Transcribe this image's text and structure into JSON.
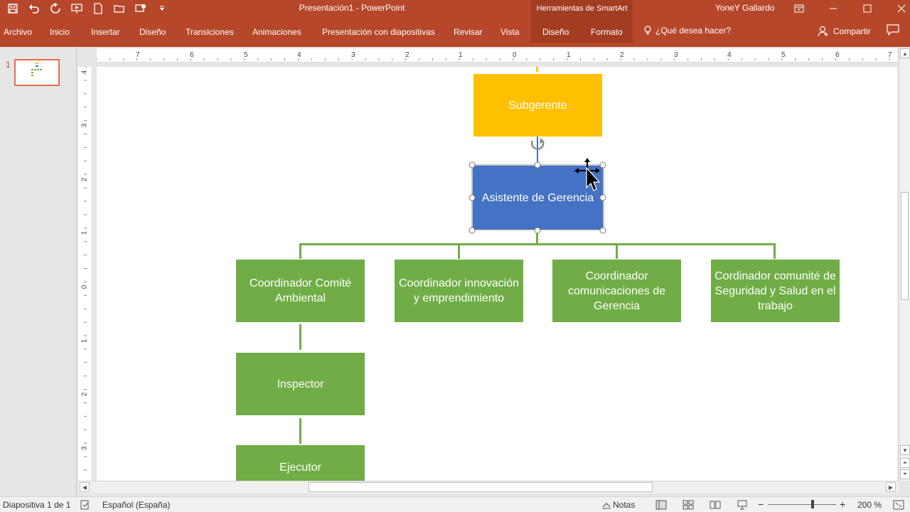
{
  "titlebar": {
    "document_title": "Presentación1 - PowerPoint",
    "context_tools": "Herramientas de SmartArt",
    "user_name": "YoneY Gallardo",
    "quick_access_icons": [
      "save-icon",
      "undo-icon",
      "redo-icon",
      "start-from-beginning-icon",
      "new-icon",
      "open-icon",
      "presentation-icon",
      "customize-qat-icon"
    ]
  },
  "ribbon": {
    "tabs": [
      "Archivo",
      "Inicio",
      "Insertar",
      "Diseño",
      "Transiciones",
      "Animaciones",
      "Presentación con diapositivas",
      "Revisar",
      "Vista",
      "Diseño",
      "Formato"
    ],
    "tell_me": "¿Qué desea hacer?",
    "share": "Compartir"
  },
  "thumbnails": {
    "slide_number": "1"
  },
  "rulers": {
    "horizontal": [
      "7",
      "6",
      "5",
      "4",
      "3",
      "2",
      "1",
      "0",
      "1",
      "2",
      "3",
      "4",
      "5",
      "6",
      "7"
    ],
    "vertical": [
      "4",
      "3",
      "2",
      "1",
      "0",
      "1",
      "2",
      "3"
    ]
  },
  "org_chart": {
    "subgerente": "Subgerente",
    "asistente": "Asistente de Gerencia",
    "coordinadores": [
      "Coordinador Comité Ambiental",
      "Coordinador innovación y emprendimiento",
      "Coordinador comunicaciones de Gerencia",
      "Cordinador comunité de Seguridad y Salud en el trabajo"
    ],
    "inspector": "Inspector",
    "ejecutor": "Ejecutor",
    "colors": {
      "subgerente": "#ffc000",
      "asistente": "#4472c4",
      "green": "#70ad47",
      "accent": "#b7472a"
    }
  },
  "status_bar": {
    "slide_info": "Diapositiva 1 de 1",
    "language": "Español (España)",
    "notes": "Notas",
    "zoom": "200 %"
  }
}
